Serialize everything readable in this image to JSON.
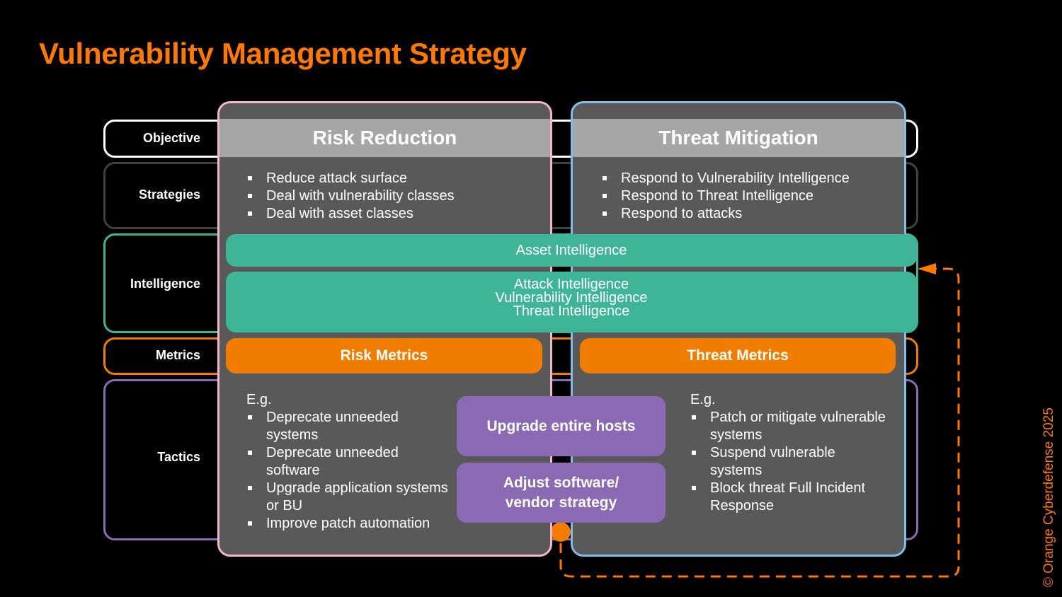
{
  "title": "Vulnerability Management Strategy",
  "colors": {
    "accent": "#ff7900",
    "intelligence": "#3db596",
    "metrics": "#f07d00",
    "tactics": "#8a6bb3",
    "panel": "#595959",
    "header": "#a6a6a6"
  },
  "rows": {
    "objective": "Objective",
    "strategies": "Strategies",
    "intelligence": "Intelligence",
    "metrics": "Metrics",
    "tactics": "Tactics"
  },
  "risk": {
    "heading": "Risk Reduction",
    "strategies": [
      "Reduce attack surface",
      "Deal with vulnerability classes",
      "Deal with asset classes"
    ],
    "metrics": "Risk Metrics",
    "eg": "E.g.",
    "tactics": [
      "Deprecate unneeded systems",
      "Deprecate unneeded software",
      "Upgrade application systems or BU",
      "Improve patch automation"
    ]
  },
  "threat": {
    "heading": "Threat Mitigation",
    "strategies": [
      "Respond to Vulnerability Intelligence",
      "Respond to Threat Intelligence",
      "Respond to attacks"
    ],
    "metrics": "Threat Metrics",
    "eg": "E.g.",
    "tactics": [
      "Patch or mitigate vulnerable systems",
      "Suspend vulnerable systems",
      "Block threat Full Incident Response"
    ]
  },
  "intelligence": {
    "asset": "Asset Intelligence",
    "attack": "Attack Intelligence",
    "vulnerability": "Vulnerability Intelligence",
    "threat": "Threat Intelligence"
  },
  "shared_tactics": {
    "upgrade": "Upgrade entire hosts",
    "adjust_line1": "Adjust software/",
    "adjust_line2": "vendor strategy"
  },
  "copyright": "© Orange Cyberdefense 2025"
}
